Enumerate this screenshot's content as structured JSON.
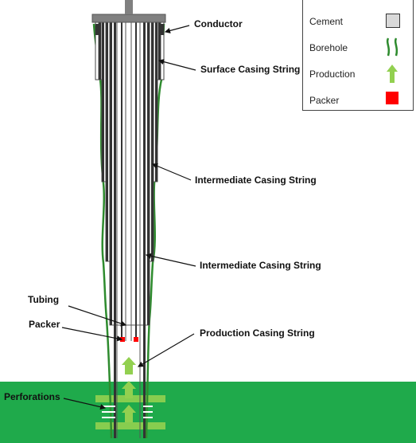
{
  "labels": {
    "conductor": "Conductor",
    "surface": "Surface Casing String",
    "intermediate1": "Intermediate Casing String",
    "intermediate2": "Intermediate Casing String",
    "tubing": "Tubing",
    "packer": "Packer",
    "production_casing": "Production Casing String",
    "perforations": "Perforations"
  },
  "legend": {
    "cement": "Cement",
    "borehole": "Borehole",
    "production": "Production",
    "packer": "Packer"
  },
  "colors": {
    "ground": "#1faa4b",
    "borehole": "#2e8b2e",
    "casing_fill": "#666666",
    "cement": "#d9d9d9",
    "production_arrow": "#92d050",
    "packer": "#ff0000",
    "wellhead": "#808080"
  }
}
